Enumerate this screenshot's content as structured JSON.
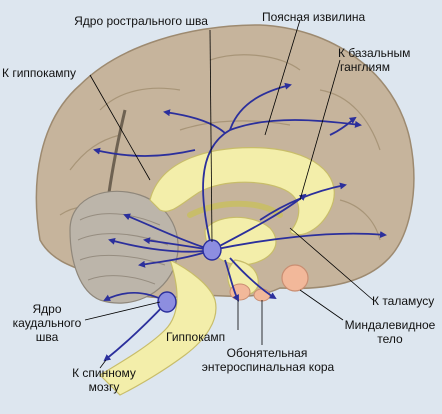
{
  "labels": {
    "raphe_rostral": "Ядро рострального шва",
    "cingulate": "Поясная извилина",
    "to_hippocampus": "К гиппокампу",
    "to_basal_ganglia_1": "К базальным",
    "to_basal_ganglia_2": "ганглиям",
    "to_thalamus": "К таламусу",
    "amygdala_1": "Миндалевидное",
    "amygdala_2": "тело",
    "hippocampus": "Гиппокамп",
    "olfactory_1": "Обонятельная",
    "olfactory_2": "энтероспинальная кора",
    "raphe_caudal_1": "Ядро",
    "raphe_caudal_2": "каудального",
    "raphe_caudal_3": "шва",
    "to_spinal_1": "К спинному",
    "to_spinal_2": "мозгу"
  },
  "colors": {
    "background": "#dde6ef",
    "cortex": "#c6b49c",
    "cortex_outline": "#9d8a70",
    "inner_structures": "#f3eeaa",
    "inner_outline": "#c8bd6a",
    "cerebellum": "#bcb5aa",
    "pathway": "#2b2f9c",
    "nucleus": "#8d8ee0",
    "amygdala": "#f2b89a",
    "leader_line": "#000000"
  }
}
